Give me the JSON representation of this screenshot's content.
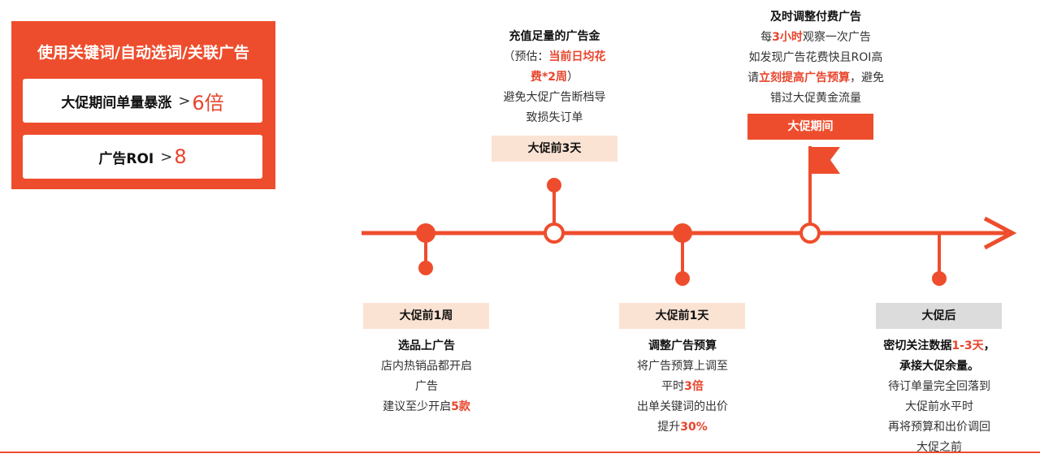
{
  "panel": {
    "title": "使用关键词/自动选词/关联广告",
    "box1_label": "大促期间单量暴涨",
    "box1_gt": ">",
    "box1_value": "6倍",
    "box2_label": "广告ROI",
    "box2_gt": ">",
    "box2_value": "8"
  },
  "timeline": {
    "colors": {
      "accent": "#ee4d2d",
      "peach": "#fbe3d4",
      "grey": "#dcdcdc"
    },
    "milestones": [
      {
        "label": "大促前1周",
        "title": "选品上广告",
        "lines": [
          "店内热销品都开启",
          "广告"
        ],
        "line3_prefix": "建议至少开启",
        "line3_hl": "5款"
      },
      {
        "label": "大促前3天",
        "title": "充值足量的广告金",
        "line1_prefix": "（预估：",
        "line1_hl": "当前日均花",
        "line2_hl": "费*2周",
        "line2_suffix": "）",
        "lines": [
          "避免大促广告断档导",
          "致损失订单"
        ]
      },
      {
        "label": "大促前1天",
        "title": "调整广告预算",
        "line1": "将广告预算上调至",
        "line2_prefix": "平时",
        "line2_hl": "3倍",
        "line3": "出单关键词的出价",
        "line4_prefix": "提升",
        "line4_hl": "30%"
      },
      {
        "label": "大促期间",
        "title": "及时调整付费广告",
        "line1_prefix": "每",
        "line1_hl": "3小时",
        "line1_suffix": "观察一次广告",
        "line2": "如发现广告花费快且ROI高",
        "line3_prefix": "请",
        "line3_hl": "立刻提高广告预算",
        "line3_suffix": "，避免",
        "line4": "错过大促黄金流量"
      },
      {
        "label": "大促后",
        "title1_prefix": "密切关注数据",
        "title1_hl": "1-3天",
        "title1_suffix": "，",
        "title2": "承接大促余量。",
        "lines": [
          "待订单量完全回落到",
          "大促前水平时",
          "再将预算和出价调回",
          "大促之前"
        ]
      }
    ]
  }
}
